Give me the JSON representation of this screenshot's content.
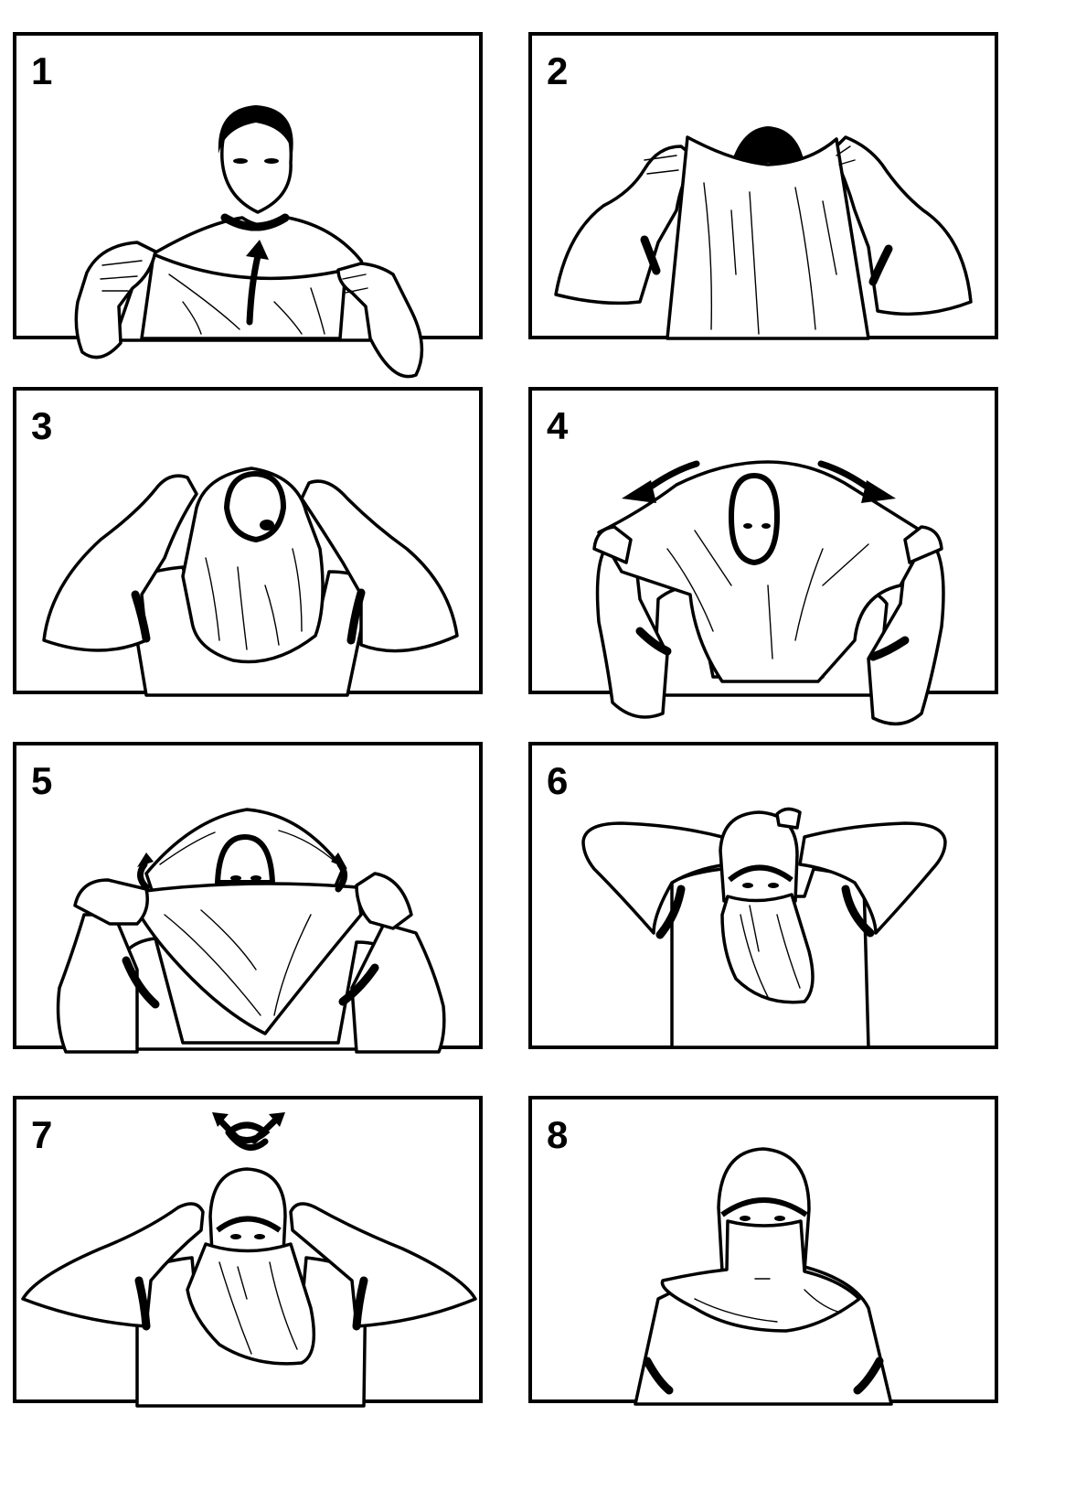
{
  "steps": [
    {
      "number": "1",
      "illustration": "hold-cloth-arrow-up-icon"
    },
    {
      "number": "2",
      "illustration": "cloth-over-head-icon"
    },
    {
      "number": "3",
      "illustration": "face-opening-icon"
    },
    {
      "number": "4",
      "illustration": "stretch-sides-icon"
    },
    {
      "number": "5",
      "illustration": "pull-cloth-over-mouth-icon"
    },
    {
      "number": "6",
      "illustration": "hands-behind-head-icon"
    },
    {
      "number": "7",
      "illustration": "tie-knot-icon"
    },
    {
      "number": "8",
      "illustration": "finished-mask-icon"
    }
  ],
  "colors": {
    "ink": "#000000",
    "paper": "#ffffff"
  }
}
